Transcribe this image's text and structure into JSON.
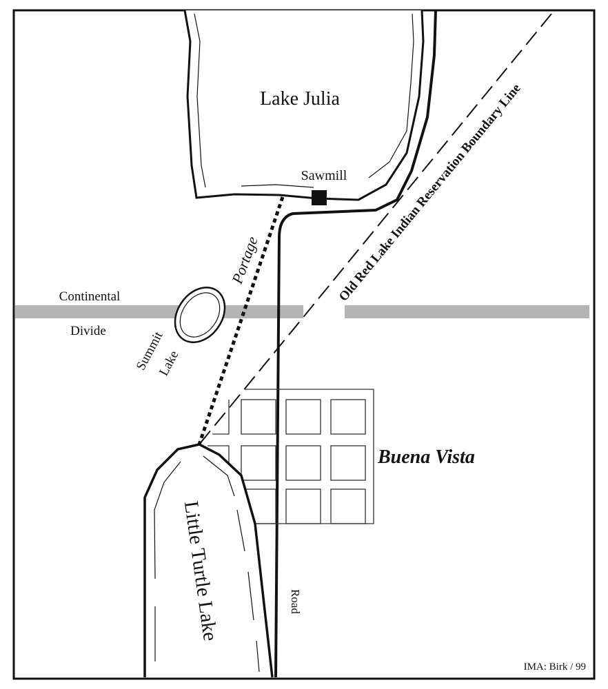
{
  "map": {
    "labels": {
      "lake_julia": "Lake Julia",
      "sawmill": "Sawmill",
      "portage": "Portage",
      "continental": "Continental",
      "divide": "Divide",
      "summit": "Summit",
      "summit_lake": "Lake",
      "boundary": "Old  Red  Lake  Indian  Reservation  Boundary  Line",
      "buena_vista": "Buena  Vista",
      "little_turtle_lake": "Little Turtle Lake",
      "road": "Road",
      "credit": "IMA: Birk / 99"
    },
    "colors": {
      "ink": "#111111",
      "divide": "#b4b4b4",
      "background": "#ffffff"
    }
  }
}
